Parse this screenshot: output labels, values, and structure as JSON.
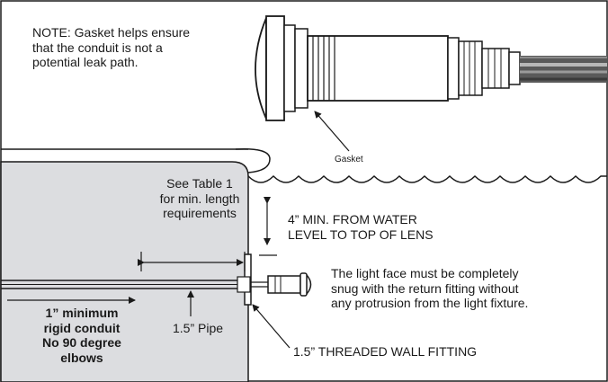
{
  "note": {
    "lines": [
      "NOTE: Gasket helps ensure",
      "that the conduit is not a",
      "potential leak path."
    ]
  },
  "labels": {
    "gasket": "Gasket",
    "table_ref": [
      "See Table 1",
      "for min. length",
      "requirements"
    ],
    "min_from_water": [
      "4” MIN. FROM WATER",
      "LEVEL TO TOP OF LENS"
    ],
    "light_face": [
      "The light face must be completely",
      "snug with the return fitting without",
      "any protrusion from the light fixture."
    ],
    "conduit": [
      "1” minimum",
      "rigid conduit",
      "No 90 degree elbows"
    ],
    "pipe": "1.5” Pipe",
    "wall_fitting": "1.5” THREADED WALL FITTING"
  },
  "colors": {
    "line": "#1a1a1a",
    "pool_wall": "#dcdde0",
    "background": "#ffffff"
  }
}
